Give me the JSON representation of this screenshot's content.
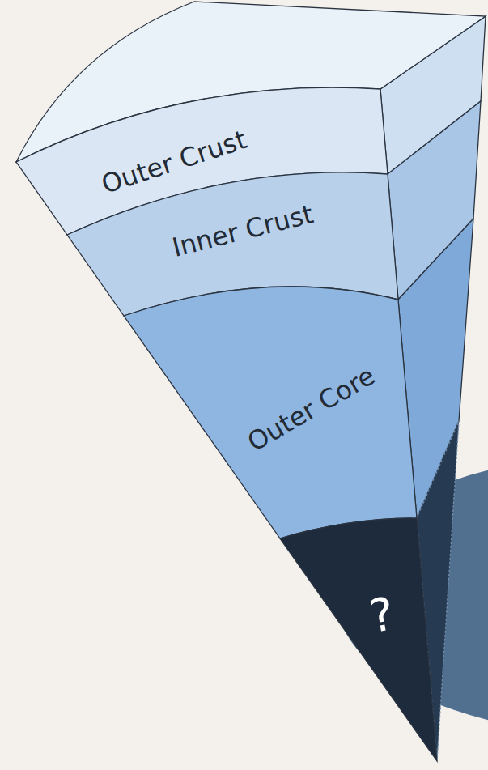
{
  "diagram": {
    "nodes": [
      {
        "text": [
          "Outer Crust"
        ]
      },
      {
        "text": [
          "Inner Crust"
        ]
      },
      {
        "text": [
          "Outer Core"
        ]
      },
      {
        "text": [
          "?"
        ]
      }
    ]
  }
}
